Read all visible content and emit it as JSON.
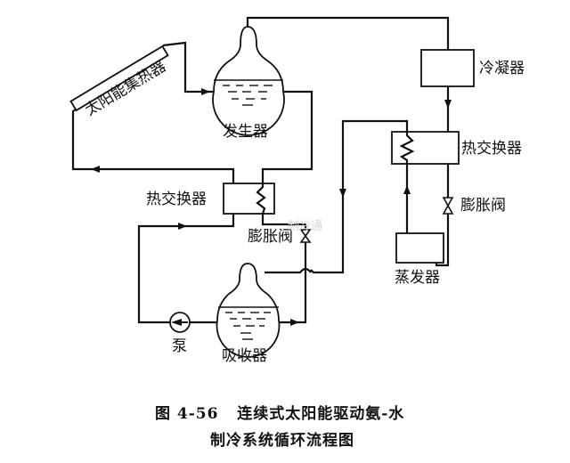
{
  "diagram": {
    "components": {
      "solar_collector": "太阳能集热器",
      "generator": "发生器",
      "condenser": "冷凝器",
      "heat_exchanger_right": "热交换器",
      "expansion_valve_right": "膨胀阀",
      "evaporator": "蒸发器",
      "heat_exchanger_left": "热交换器",
      "expansion_valve_left": "膨胀阀",
      "pump": "泵",
      "absorber": "吸收器"
    },
    "watermark": "制冷通"
  },
  "caption": {
    "line1": "图 4-56   连续式太阳能驱动氨-水",
    "line2": "制冷系统循环流程图"
  }
}
